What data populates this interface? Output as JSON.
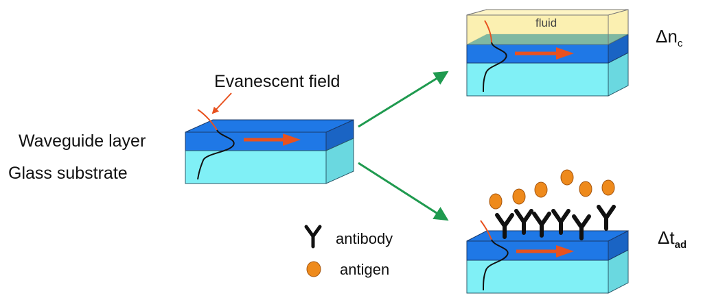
{
  "labels": {
    "evanescent_field": "Evanescent field",
    "waveguide_layer": "Waveguide layer",
    "glass_substrate": "Glass substrate",
    "fluid": "fluid",
    "antibody": "antibody",
    "antigen": "antigen",
    "delta_symbol": "Δ",
    "refractive_var": "n",
    "refractive_sub": "c",
    "thickness_var": "t",
    "thickness_sub": "ad"
  },
  "colors": {
    "waveguide": "#1f78e6",
    "substrate": "#80f0f6",
    "fluid": "#fbeea8",
    "propagation_arrow": "#e8521f",
    "process_arrow": "#1f9a4f",
    "antigen": "#ee8a1c",
    "antibody": "#111111"
  }
}
